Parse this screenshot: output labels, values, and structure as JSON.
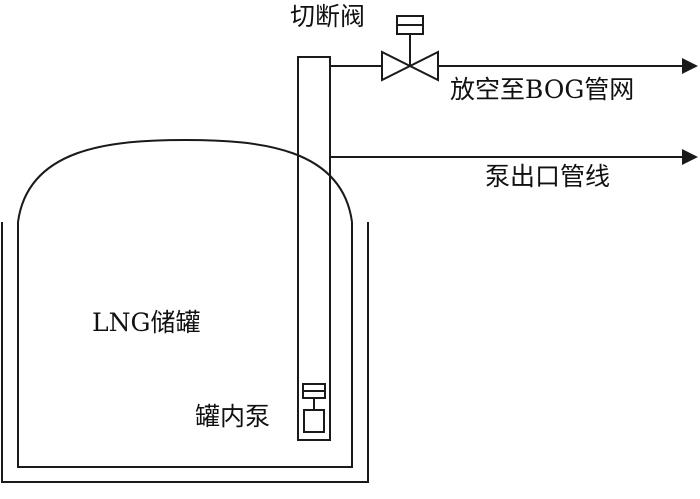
{
  "labels": {
    "shutoff_valve": "切断阀",
    "vent_to_bog": "放空至BOG管网",
    "pump_outlet_line": "泵出口管线",
    "lng_tank": "LNG储罐",
    "in_tank_pump": "罐内泵"
  },
  "colors": {
    "line": "#1a1a1a",
    "background": "#ffffff"
  }
}
